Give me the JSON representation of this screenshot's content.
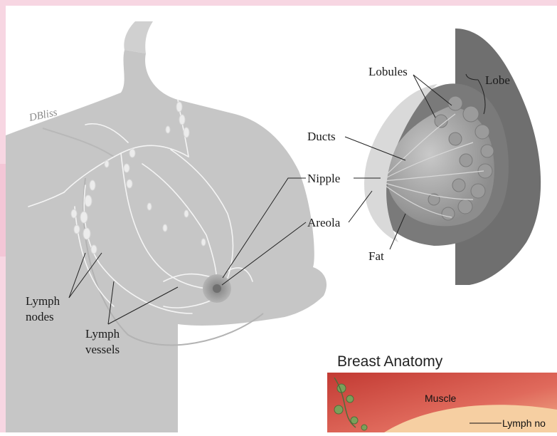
{
  "watermark": "DBliss",
  "labels": {
    "lobules": "Lobules",
    "lobe": "Lobe",
    "ducts": "Ducts",
    "nipple": "Nipple",
    "areola": "Areola",
    "fat": "Fat",
    "lymph_nodes_1": "Lymph",
    "lymph_nodes_2": "nodes",
    "lymph_vessels_1": "Lymph",
    "lymph_vessels_2": "vessels"
  },
  "inset": {
    "title": "Breast Anatomy",
    "muscle": "Muscle",
    "lymph_node": "Lymph no"
  },
  "colors": {
    "frame_pink": "#f7d6e2",
    "body_gray": "#c4c4c4",
    "vessel_white": "#f4f4f4",
    "inset_red": "#d9473c"
  }
}
